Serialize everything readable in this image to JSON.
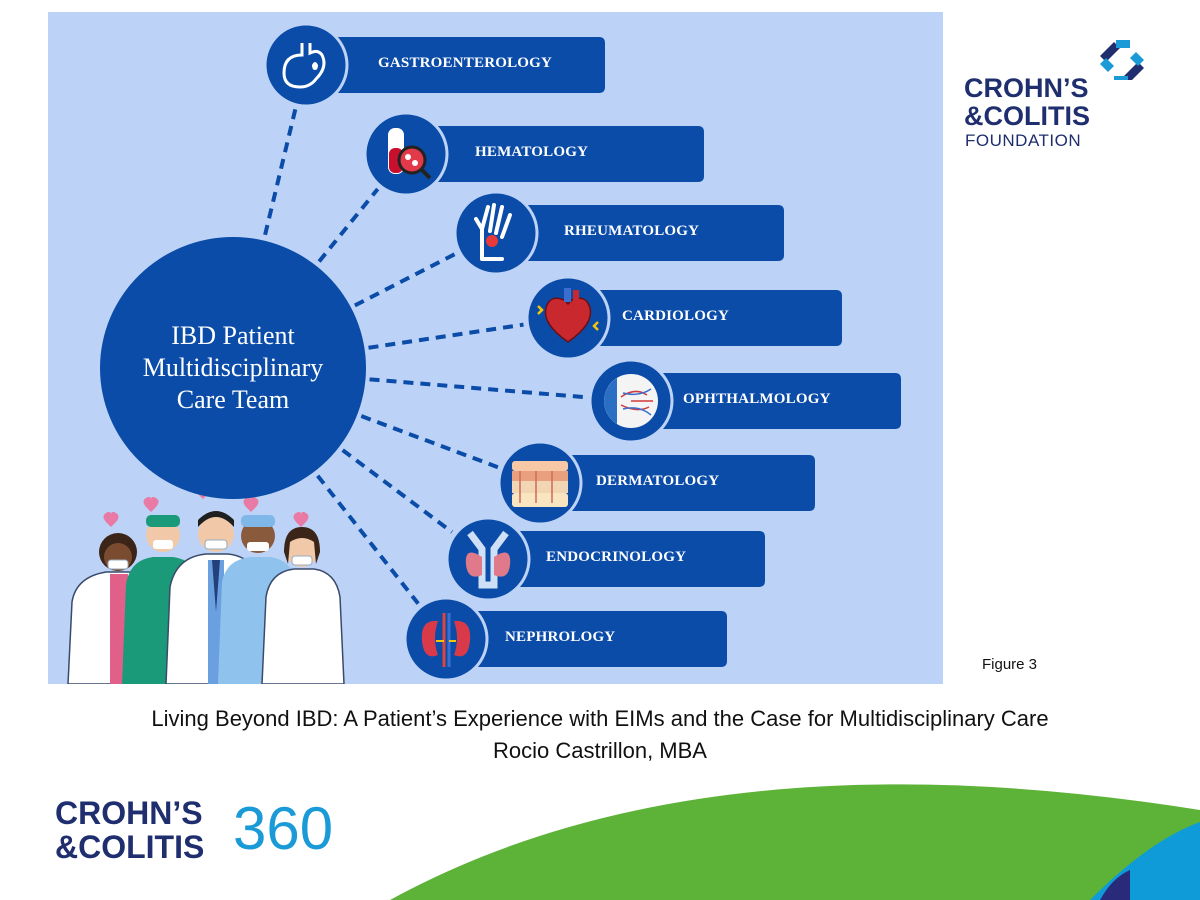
{
  "diagram": {
    "hub": {
      "title": "IBD Patient\nMultidisciplinary\nCare Team"
    },
    "specialties": [
      {
        "label": "GASTROENTEROLOGY",
        "icon": "stomach-icon"
      },
      {
        "label": "HEMATOLOGY",
        "icon": "blood-tube-icon"
      },
      {
        "label": "RHEUMATOLOGY",
        "icon": "hand-joint-icon"
      },
      {
        "label": "CARDIOLOGY",
        "icon": "heart-icon"
      },
      {
        "label": "OPHTHALMOLOGY",
        "icon": "eye-icon"
      },
      {
        "label": "DERMATOLOGY",
        "icon": "skin-layers-icon"
      },
      {
        "label": "ENDOCRINOLOGY",
        "icon": "thyroid-icon"
      },
      {
        "label": "NEPHROLOGY",
        "icon": "kidney-icon"
      }
    ],
    "colors": {
      "panel": "#bcd3f7",
      "node": "#0a4ca8",
      "connector": "#0a4ca8"
    }
  },
  "logos": {
    "foundation": {
      "line1": "CROHN’S",
      "line2": "&COLITIS",
      "line3": "FOUNDATION"
    },
    "bottom": {
      "line1": "CROHN’S",
      "line2": "&COLITIS",
      "number": "360"
    }
  },
  "figure_label": "Figure 3",
  "caption": {
    "title": "Living Beyond IBD: A Patient’s Experience with EIMs and the Case for Multidisciplinary Care",
    "author": "Rocio Castrillon, MBA"
  },
  "colors": {
    "brand_navy": "#1f2e6e",
    "brand_blue": "#1a9ad6",
    "green": "#5db338",
    "sky": "#0f9bd7"
  }
}
